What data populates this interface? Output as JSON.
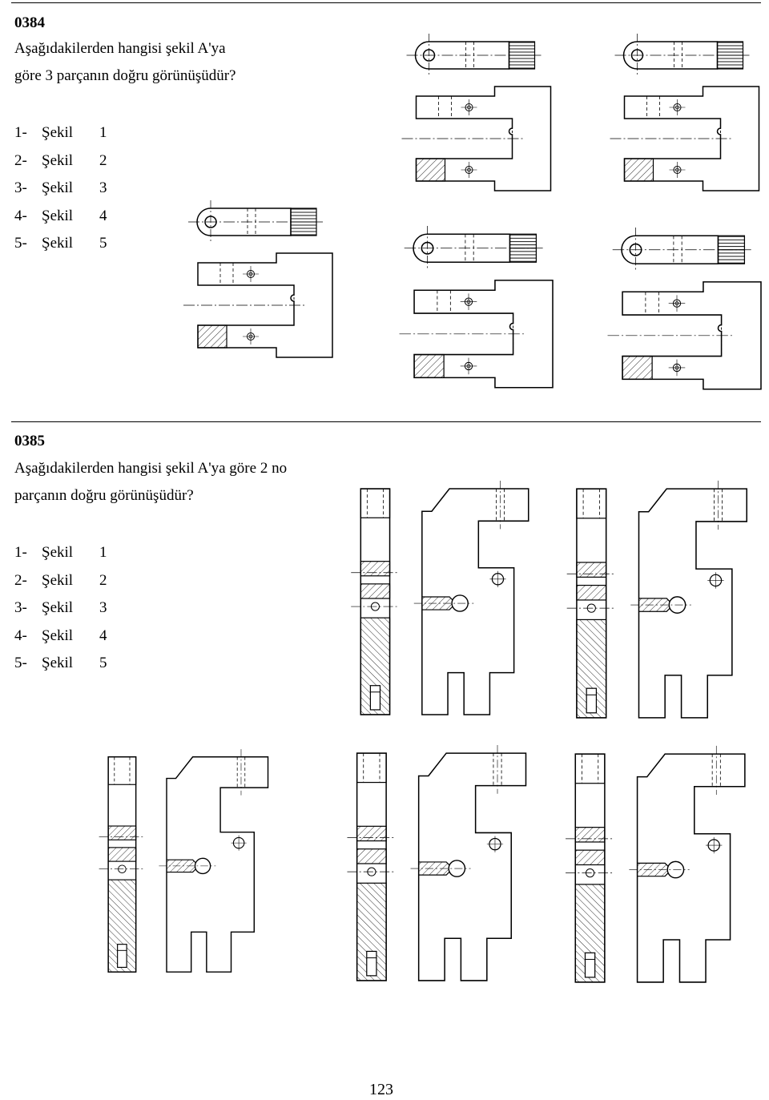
{
  "questions": [
    {
      "number": "0384",
      "text_line1": "Aşağıdakilerden hangisi şekil A'ya",
      "text_line2": "göre 3 parçanın doğru görünüşüdür?",
      "options": [
        {
          "num": "1-",
          "word": "Şekil",
          "val": "1"
        },
        {
          "num": "2-",
          "word": "Şekil",
          "val": "2"
        },
        {
          "num": "3-",
          "word": "Şekil",
          "val": "3"
        },
        {
          "num": "4-",
          "word": "Şekil",
          "val": "4"
        },
        {
          "num": "5-",
          "word": "Şekil",
          "val": "5"
        }
      ]
    },
    {
      "number": "0385",
      "text_line1": "Aşağıdakilerden hangisi şekil A'ya göre 2 no",
      "text_line2": "parçanın doğru görünüşüdür?",
      "options": [
        {
          "num": "1-",
          "word": "Şekil",
          "val": "1"
        },
        {
          "num": "2-",
          "word": "Şekil",
          "val": "2"
        },
        {
          "num": "3-",
          "word": "Şekil",
          "val": "3"
        },
        {
          "num": "4-",
          "word": "Şekil",
          "val": "4"
        },
        {
          "num": "5-",
          "word": "Şekil",
          "val": "5"
        }
      ]
    }
  ],
  "page_number": "123"
}
